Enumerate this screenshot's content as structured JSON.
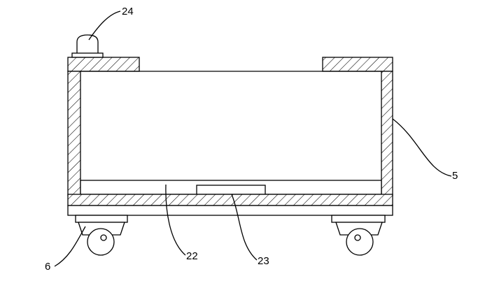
{
  "labels": {
    "l24": "24",
    "l5": "5",
    "l22": "22",
    "l23": "23",
    "l6": "6"
  }
}
